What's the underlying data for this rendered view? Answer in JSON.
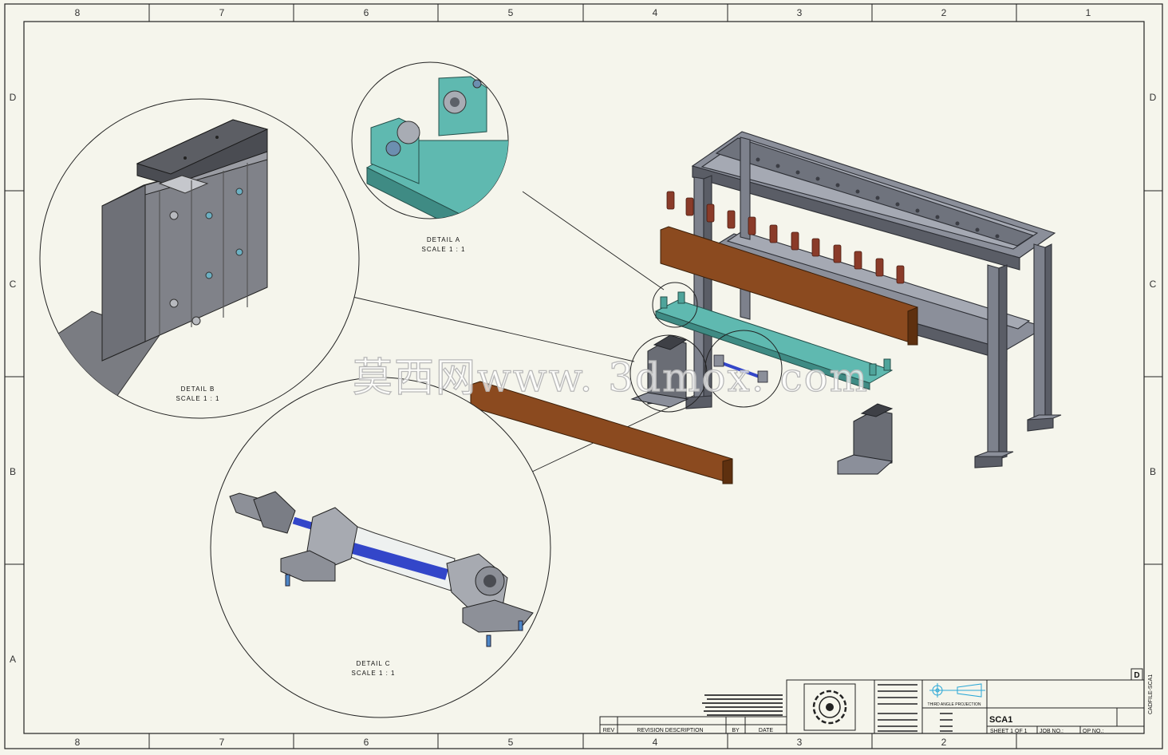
{
  "colors": {
    "sheet_bg": "#f5f5ec",
    "frame": "#222222",
    "steel": "#7d818c",
    "steel_dark": "#52555e",
    "wood": "#8b4a1f",
    "wood_dark": "#5e300f",
    "teal": "#5fb9b0",
    "teal_dark": "#3f8b84",
    "cylinder_blue": "#3346c9",
    "spring_red": "#8a3b29"
  },
  "zones": {
    "columns": [
      "8",
      "7",
      "6",
      "5",
      "4",
      "3",
      "2",
      "1"
    ],
    "rows": [
      "D",
      "C",
      "B",
      "A"
    ]
  },
  "details": {
    "a": {
      "name": "DETAIL A",
      "scale": "SCALE 1 : 1"
    },
    "b": {
      "name": "DETAIL B",
      "scale": "SCALE 1 : 1"
    },
    "c": {
      "name": "DETAIL C",
      "scale": "SCALE 1 : 1"
    }
  },
  "watermark": "莫西网www. 3dmox. com",
  "revision_block": {
    "rev": "REV",
    "description": "REVISION DESCRIPTION",
    "by": "BY",
    "date": "DATE"
  },
  "title_block": {
    "projection": "THIRD ANGLE PROJECTION",
    "drawing_no": "SCA1",
    "sheet": "SHEET 1 OF 1",
    "job_no": "JOB NO.:",
    "op_no": "OP NO.:",
    "size": "D",
    "side_code": "CADFILE-SCA1"
  }
}
